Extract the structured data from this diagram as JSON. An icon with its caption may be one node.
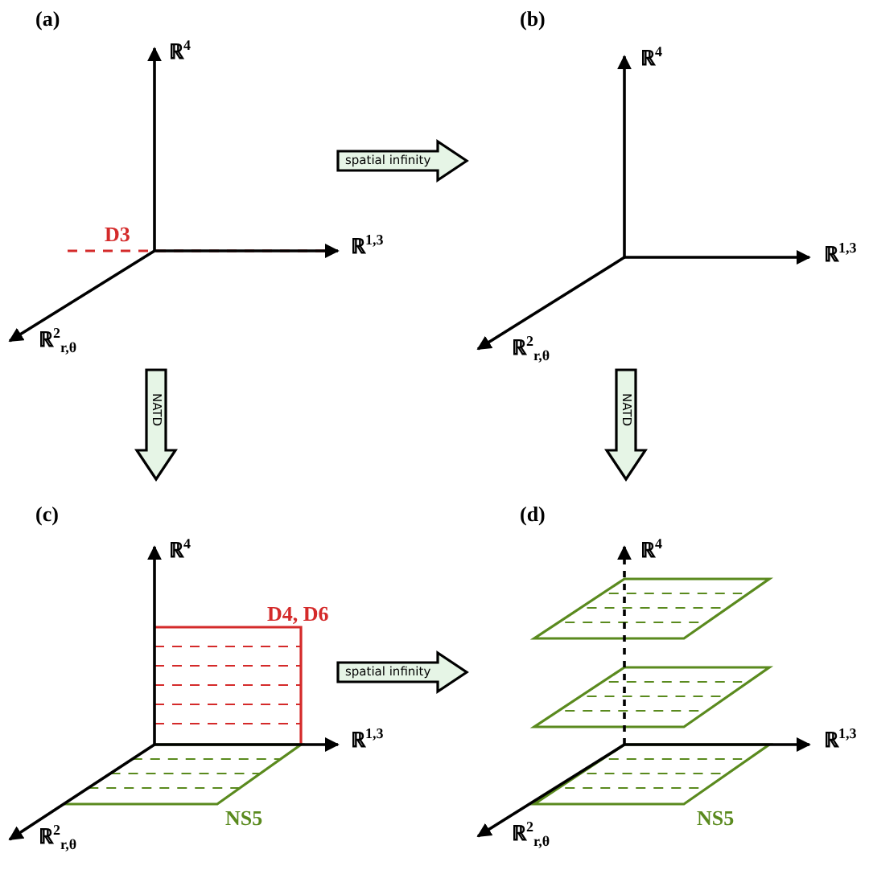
{
  "diagram": {
    "nodes": [
      {
        "text": [
          "(a)"
        ]
      },
      {
        "text": [
          "(b)"
        ]
      },
      {
        "text": [
          "(c)"
        ]
      },
      {
        "text": [
          "(d)"
        ]
      }
    ],
    "edges": [
      {
        "from": 0,
        "to": 1,
        "arrow": "to",
        "label": "spatial infinity"
      },
      {
        "from": 0,
        "to": 2,
        "arrow": "to",
        "label": "NATD"
      },
      {
        "from": 1,
        "to": 3,
        "arrow": "to",
        "label": "NATD"
      },
      {
        "from": 2,
        "to": 3,
        "arrow": "to",
        "label": "spatial infinity"
      }
    ],
    "labels": [
      "ℝ$^{4}$",
      "D3",
      "ℝ$^{1,3}$",
      "ℝ$^{2}$$_{r,θ}$",
      "ℝ$^{4}$",
      "ℝ$^{1,3}$",
      "ℝ$^{2}$$_{r,θ}$",
      "ℝ$^{4}$",
      "D4, D6",
      "ℝ$^{1,3}$",
      "ℝ$^{2}$$_{r,θ}$",
      "NS5",
      "ℝ$^{4}$",
      "ℝ$^{1,3}$",
      "ℝ$^{2}$$_{r,θ}$",
      "NS5"
    ]
  }
}
